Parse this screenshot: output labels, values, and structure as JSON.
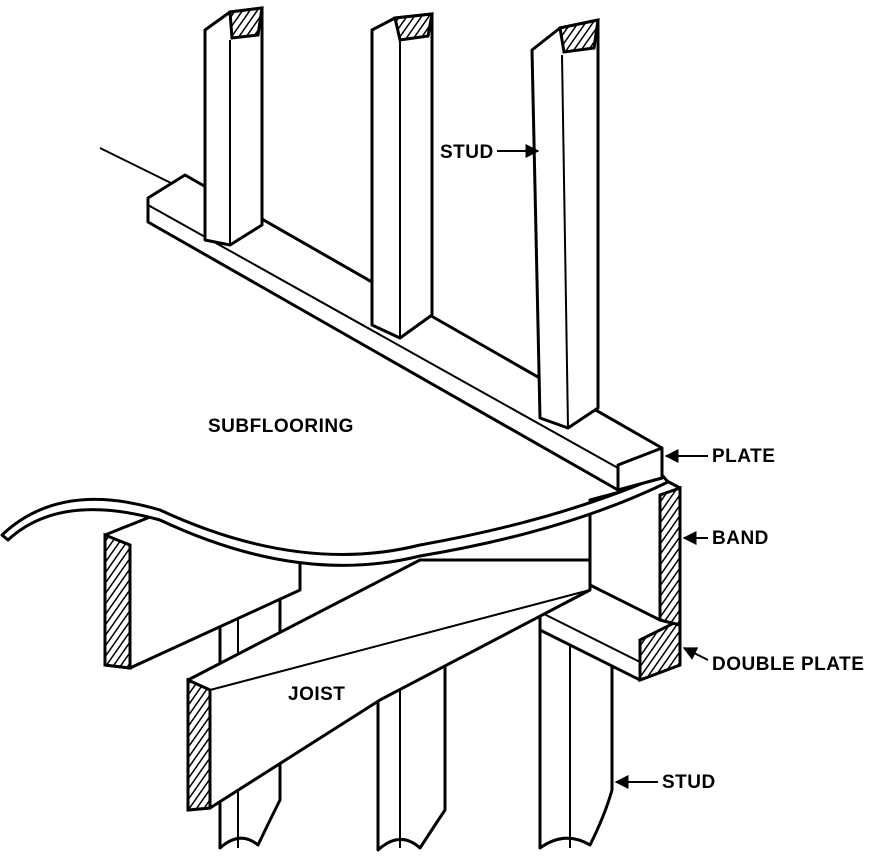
{
  "labels": {
    "stud_top": "STUD",
    "subflooring": "SUBFLOORING",
    "plate": "PLATE",
    "band": "BAND",
    "double_plate": "DOUBLE PLATE",
    "joist": "JOIST",
    "stud_bottom": "STUD"
  },
  "colors": {
    "ink": "#000000",
    "paper": "#ffffff"
  }
}
